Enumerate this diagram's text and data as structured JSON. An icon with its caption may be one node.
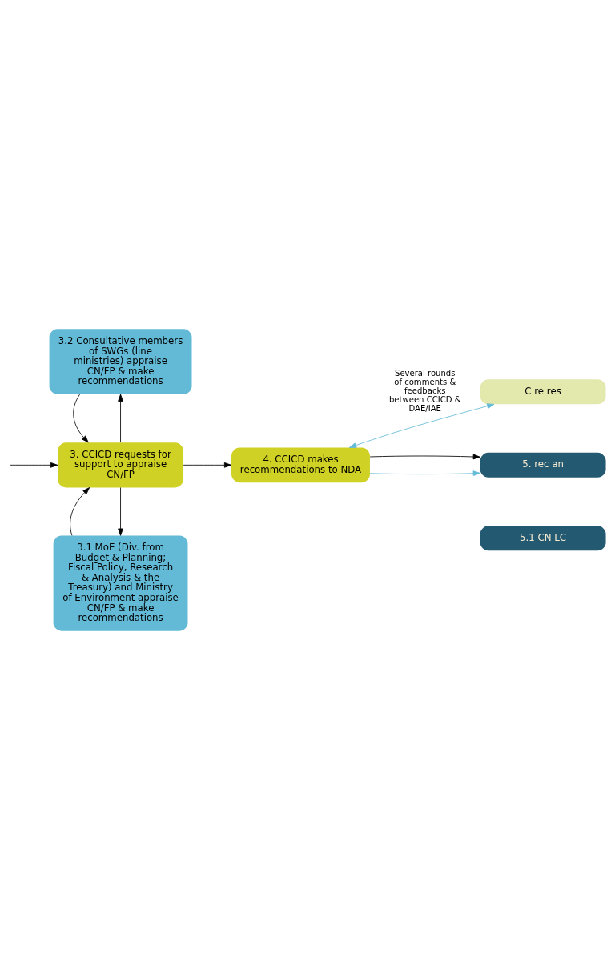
{
  "diagram": {
    "nodes": [
      {
        "text": [
          "3.1 MoE (Div. from Budget & Planning; Fiscal Policy, Research & Analysis & the Treasury) and Ministry of Environment appraise CN/FP & make recommendations"
        ]
      },
      {
        "text": [
          "3. CCICD requests for support to appraise CN/FP"
        ]
      },
      {
        "text": [
          "3.2 Consultative members of SWGs (line ministries) appraise CN/FP & make recommendations"
        ]
      },
      {
        "text": [
          "4. CCICD makes recommendations to NDA"
        ]
      },
      {
        "text": [
          "C re res"
        ]
      },
      {
        "text": [
          "5. rec an"
        ]
      },
      {
        "text": [
          "5.1 CN LC"
        ]
      }
    ],
    "edges": [
      {
        "from": null,
        "to": 1,
        "arrow": "to"
      },
      {
        "from": 1,
        "to": 0,
        "arrow": "to"
      },
      {
        "from": 0,
        "to": 1,
        "arrow": "to"
      },
      {
        "from": 1,
        "to": 2,
        "arrow": "to"
      },
      {
        "from": 2,
        "to": 1,
        "arrow": "to"
      },
      {
        "from": 1,
        "to": 3,
        "arrow": "to"
      },
      {
        "from": 4,
        "to": 3,
        "arrow": "both",
        "color": "#63bad6",
        "label": "Several rounds of comments & feedbacks between CCICD & DAE/IAE"
      },
      {
        "from": 3,
        "to": 5,
        "arrow": "to",
        "color": "#63bad6"
      },
      {
        "from": 3,
        "to": 5,
        "arrow": "to"
      }
    ]
  }
}
